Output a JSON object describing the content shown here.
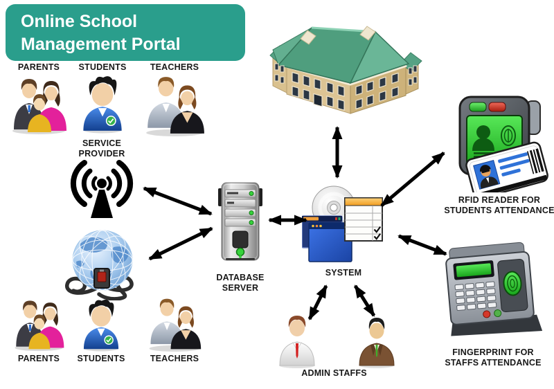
{
  "title": {
    "line1": "Online School",
    "line2": "Management Portal"
  },
  "labels": {
    "parents_top": "PARENTS",
    "students_top": "STUDENTS",
    "teachers_top": "TEACHERS",
    "service_provider_line1": "SERVICE",
    "service_provider_line2": "PROVIDER",
    "database_server_line1": "DATABASE",
    "database_server_line2": "SERVER",
    "system": "SYSTEM",
    "rfid_line1": "RFID READER FOR",
    "rfid_line2": "STUDENTS ATTENDANCE",
    "fingerprint_line1": "FINGERPRINT FOR",
    "fingerprint_line2": "STAFFS ATTENDANCE",
    "admin_staffs": "ADMIN STAFFS",
    "parents_bottom": "PARENTS",
    "students_bottom": "STUDENTS",
    "teachers_bottom": "TEACHERS"
  },
  "colors": {
    "banner": "#2a9e8c",
    "banner_text": "#ffffff",
    "label_text": "#181818",
    "arrow": "#000000",
    "roof_green": "#4f9e7e",
    "wall_tan": "#dcc494",
    "screen_green": "#35d135"
  },
  "icons": {
    "parents": "family-icon",
    "students": "student-icon",
    "teachers": "teacher-pair-icon",
    "service_provider": "broadcast-antenna-icon",
    "internet": "globe-network-cable-icon",
    "database_server": "server-tower-icon",
    "system": "cd-windows-checklist-icon",
    "school": "school-building-icon",
    "rfid": "rfid-reader-id-card-icon",
    "fingerprint": "fingerprint-terminal-icon",
    "admin_staffs": "office-workers-icon"
  }
}
